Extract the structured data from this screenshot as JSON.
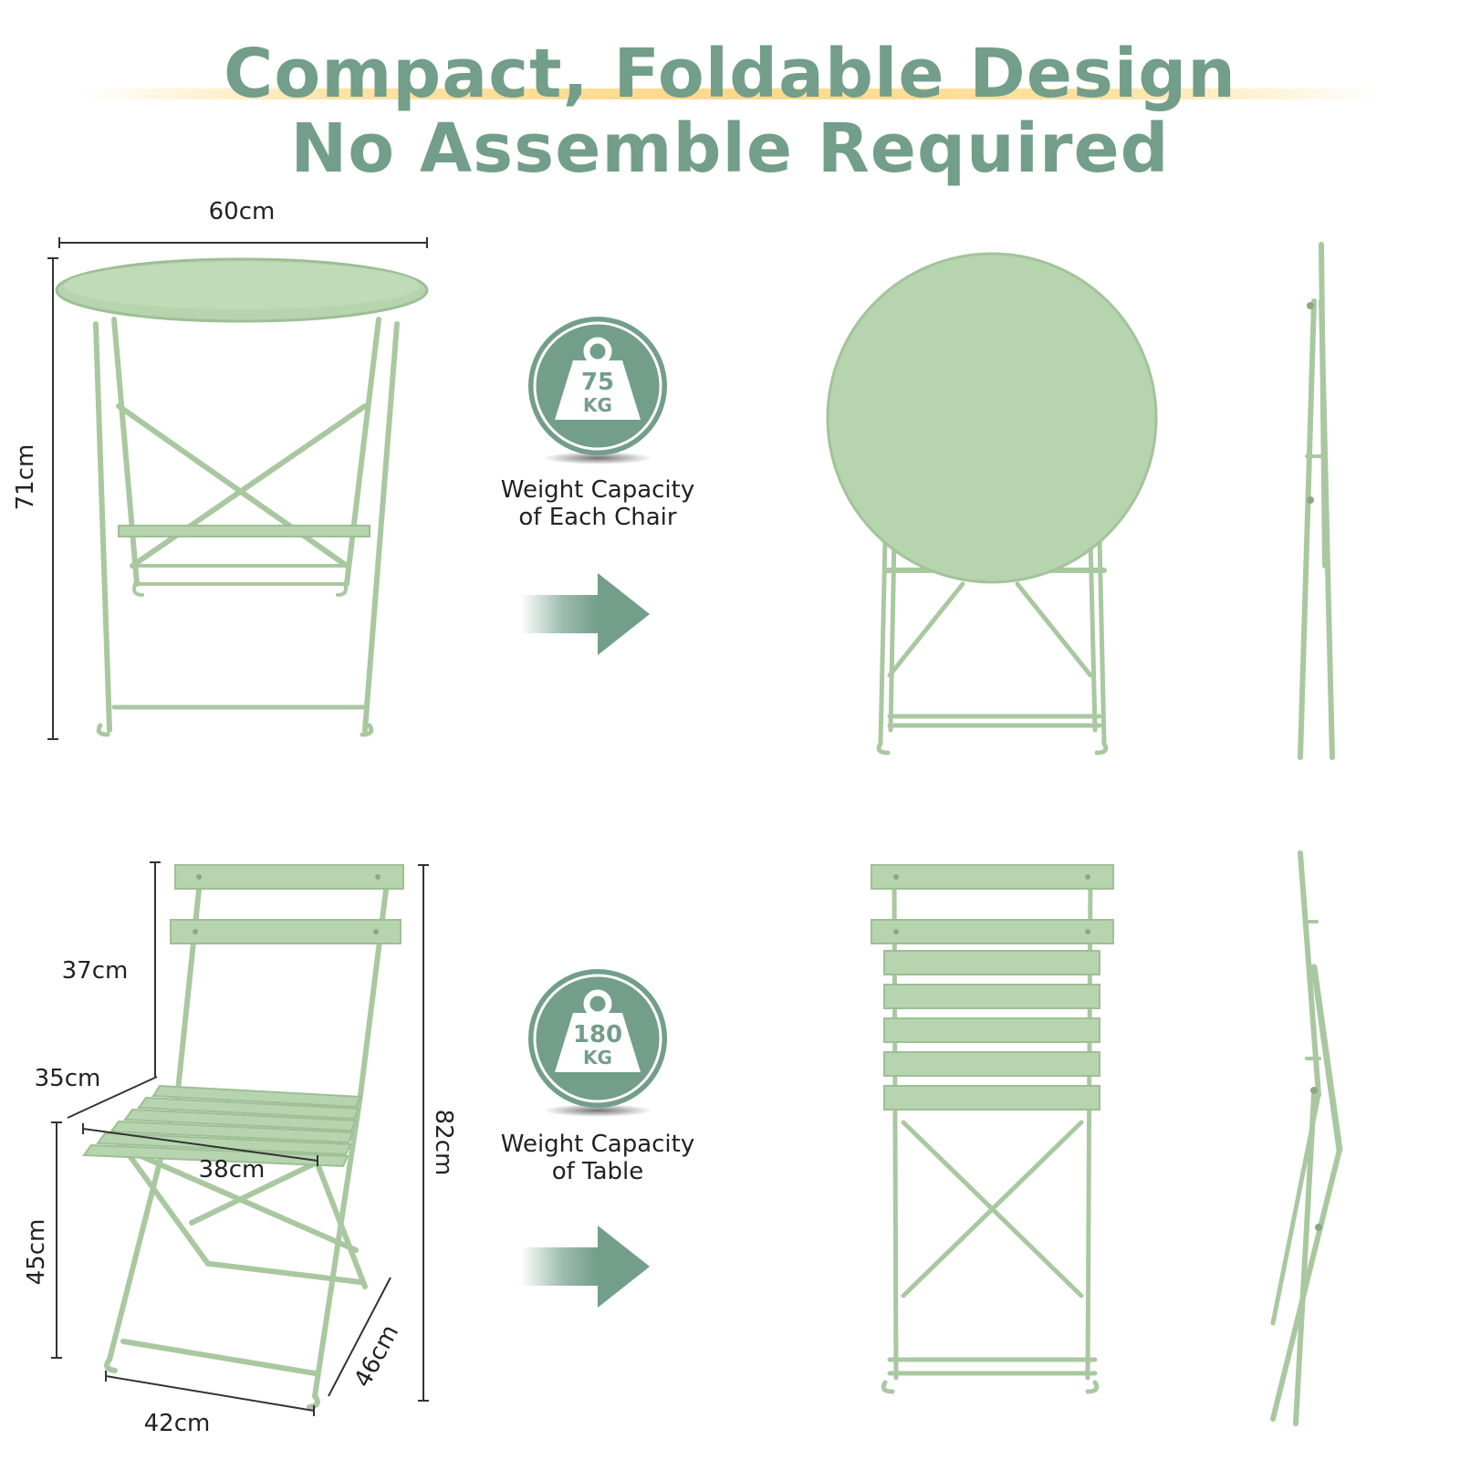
{
  "headline": {
    "line1": "Compact, Foldable Design",
    "line2": "No Assemble Required"
  },
  "table_dimensions": {
    "width": "60cm",
    "height": "71cm"
  },
  "chair_dimensions": {
    "back_height": "37cm",
    "seat_depth": "35cm",
    "seat_width": "38cm",
    "seat_height": "45cm",
    "total_height": "82cm",
    "base_depth": "46cm",
    "base_width": "42cm"
  },
  "badges": [
    {
      "value": "75",
      "unit": "KG",
      "caption_line1": "Weight Capacity",
      "caption_line2": "of Each Chair"
    },
    {
      "value": "180",
      "unit": "KG",
      "caption_line1": "Weight Capacity",
      "caption_line2": "of Table"
    }
  ],
  "colors": {
    "accent": "#729e8a",
    "furniture": "#b6d4ae",
    "furniture_dark": "#9ebf95",
    "highlight": "#ffd98a"
  },
  "icons": [
    "weight-icon",
    "arrow-right-icon"
  ]
}
